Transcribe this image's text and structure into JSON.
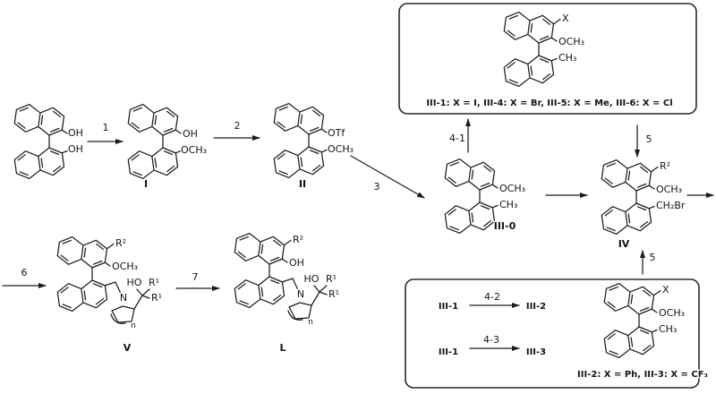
{
  "scheme": {
    "background": "#ffffff",
    "line_color": "#1c1c1c",
    "arrows": {
      "s1": "1",
      "s2": "2",
      "s3": "3",
      "s41": "4-1",
      "s42": "4-2",
      "s43": "4-3",
      "s5_top": "5",
      "s5_bottom": "5",
      "s6": "6",
      "s7": "7"
    },
    "compounds": {
      "binol": {
        "upper": "OH",
        "lower": "OH"
      },
      "I": {
        "label": "I",
        "upper": "OH",
        "lower": "OCH₃"
      },
      "II": {
        "label": "II",
        "upper": "OTf",
        "lower": "OCH₃"
      },
      "III0": {
        "label": "III-0",
        "upper": "OCH₃",
        "lower": "CH₃"
      },
      "IV": {
        "label": "IV",
        "pos3": "R²",
        "upper": "OCH₃",
        "lower": "CH₂Br"
      },
      "box_top": {
        "pos3": "X",
        "upper": "OCH₃",
        "lower": "CH₃"
      },
      "box_bottom": {
        "pos3": "X",
        "upper": "OCH₃",
        "lower": "CH₃"
      },
      "V": {
        "label": "V",
        "pos3": "R²",
        "upper": "OCH₃",
        "N": "N",
        "HO": "HO",
        "R1a": "R¹",
        "R1b": "R¹",
        "n": "n"
      },
      "L": {
        "label": "L",
        "pos3": "R²",
        "upper": "OH",
        "N": "N",
        "HO": "HO",
        "R1a": "R¹",
        "R1b": "R¹",
        "n": "n"
      }
    },
    "box_top": {
      "caption": "III-1: X = I, III-4: X = Br, III-5: X = Me, III-6: X = Cl"
    },
    "box_bottom": {
      "caption": "III-2: X = Ph, III-3: X = CF₃",
      "row1_from": "III-1",
      "row1_to": "III-2",
      "row2_from": "III-1",
      "row2_to": "III-3"
    }
  }
}
